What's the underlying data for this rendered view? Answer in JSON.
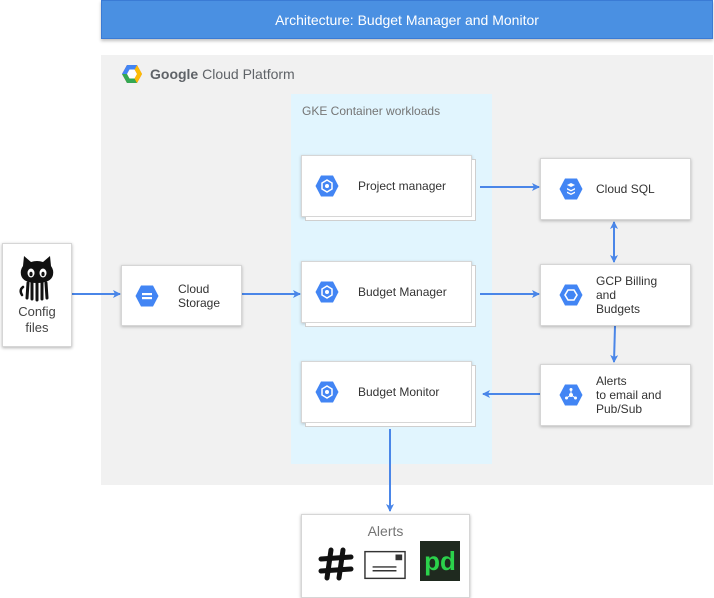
{
  "title": "Architecture: Budget Manager and Monitor",
  "platform": {
    "brand": "Google",
    "name": "Cloud Platform"
  },
  "gke": {
    "label": "GKE Container workloads"
  },
  "config": {
    "line1": "Config",
    "line2": "files"
  },
  "storage": {
    "line1": "Cloud",
    "line2": "Storage"
  },
  "project_manager": {
    "label": "Project manager"
  },
  "budget_manager": {
    "label": "Budget Manager"
  },
  "budget_monitor": {
    "label": "Budget Monitor"
  },
  "cloud_sql": {
    "label": "Cloud SQL"
  },
  "billing": {
    "line1": "GCP Billing",
    "line2": "and",
    "line3": "Budgets"
  },
  "alerts_pubsub": {
    "line1": "Alerts",
    "line2": "to email and",
    "line3": "Pub/Sub"
  },
  "alerts_out": {
    "title": "Alerts",
    "channels": [
      "slack-icon",
      "email-icon",
      "pagerduty-icon"
    ],
    "pagerduty_text": "pd"
  },
  "colors": {
    "title_bg": "#4a90e2",
    "arrow": "#4a86e8",
    "gke_bg": "#e1f5fe",
    "gcp_bg": "#f1f1f1",
    "hex_blue": "#4285f4"
  }
}
